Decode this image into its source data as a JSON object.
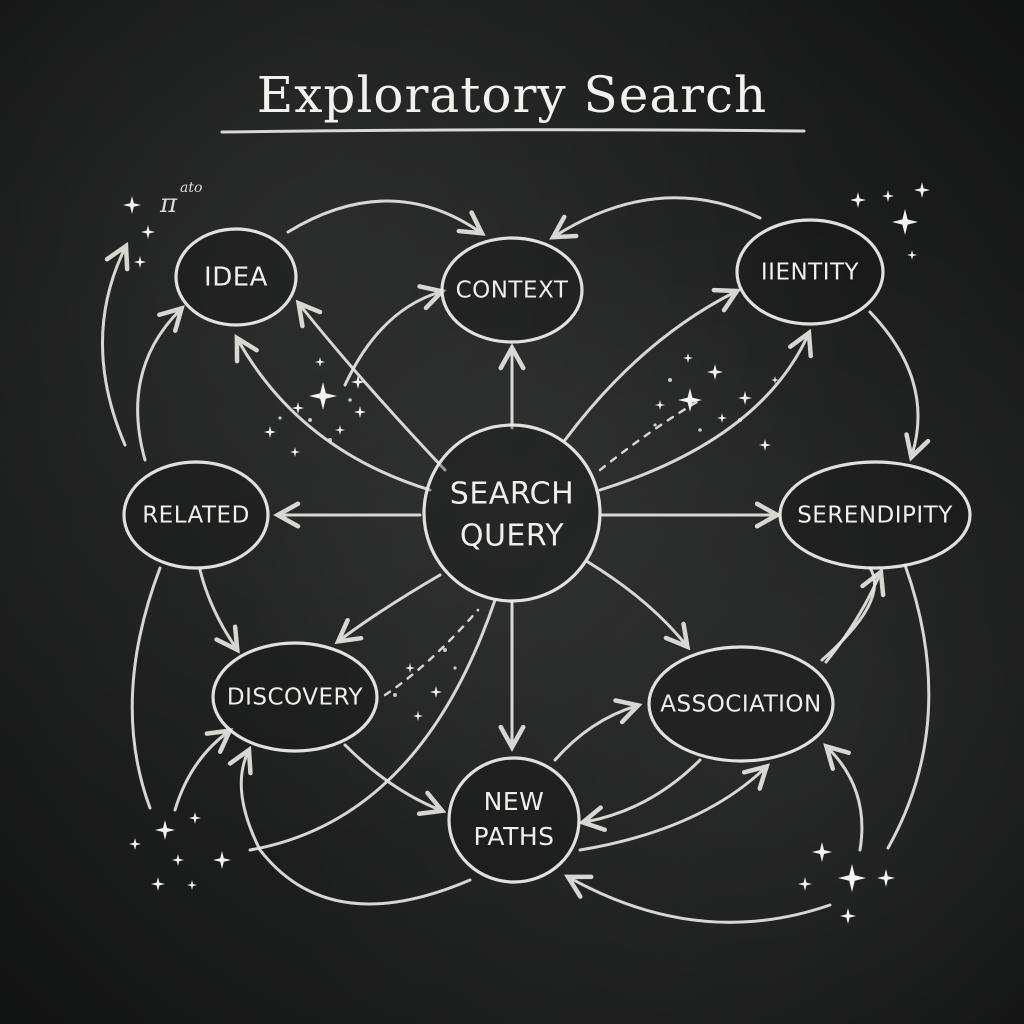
{
  "title": "Exploratory Search",
  "nodes": {
    "center": {
      "line1": "SEARCH",
      "line2": "QUERY"
    },
    "idea": "IDEA",
    "context": "CONTEXT",
    "identity": "IIENTITY",
    "related": "RELATED",
    "serendipity": "SERENDIPITY",
    "discovery": "DISCOVERY",
    "association": "ASSOCIATION",
    "new_paths": {
      "line1": "NEW",
      "line2": "PATHS"
    }
  },
  "annotation": {
    "symbol": "π",
    "superscript": "ato"
  },
  "colors": {
    "board": "#1b1c1c",
    "chalk": "#e8e6e0"
  }
}
